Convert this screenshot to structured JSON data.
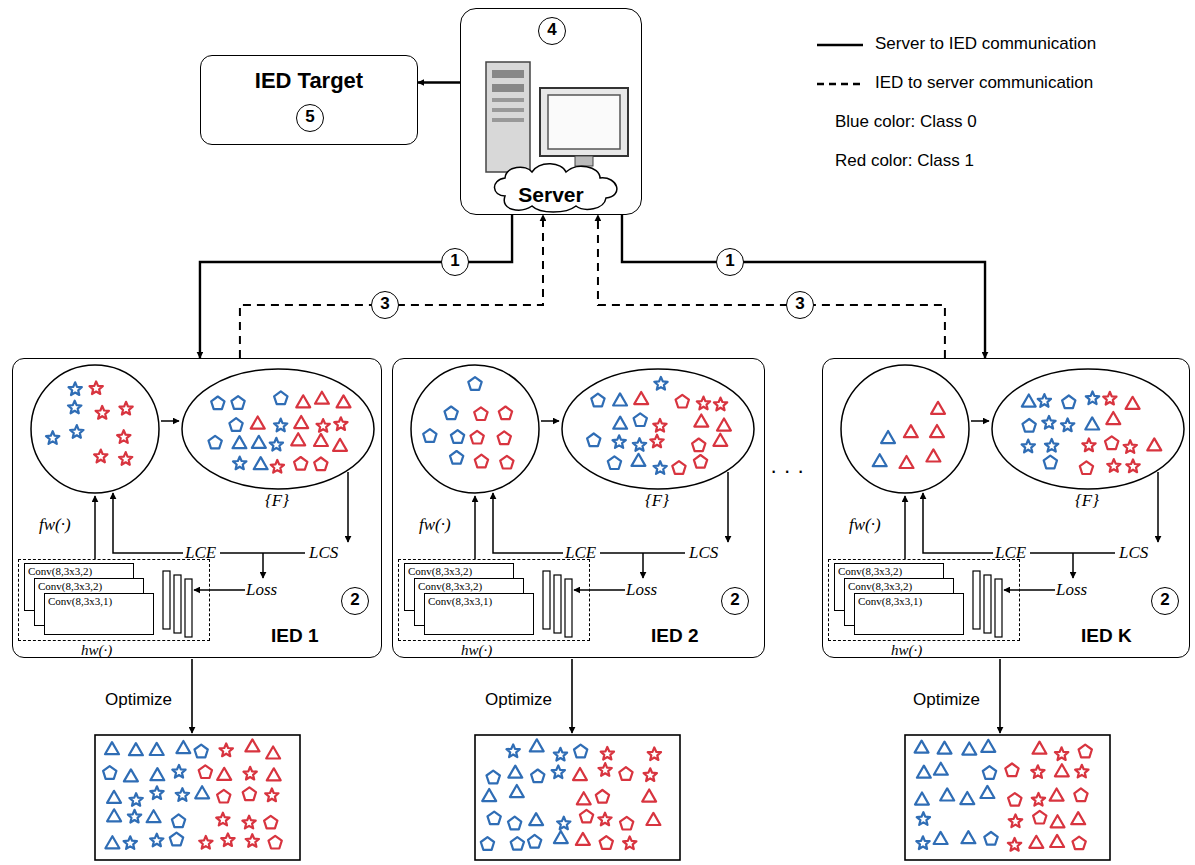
{
  "diagram": {
    "nodes": [
      {
        "text": [
          "4",
          "Server"
        ]
      },
      {
        "text": [
          "IED Target",
          "5"
        ]
      },
      {
        "text": [
          "IED 1"
        ]
      },
      {
        "text": [
          "hw(·)"
        ],
        "in": 2
      },
      {
        "text": [
          "Conv(8,3x3,2)"
        ],
        "in": 3
      },
      {
        "text": [
          "Conv(8,3x3,2)"
        ],
        "in": 3
      },
      {
        "text": [
          "Conv(8,3x3,1)"
        ],
        "in": 3
      },
      {
        "text": [
          "IED 2"
        ]
      },
      {
        "text": [
          "hw(·)"
        ],
        "in": 7
      },
      {
        "text": [
          "Conv(8,3x3,2)"
        ],
        "in": 8
      },
      {
        "text": [
          "Conv(8,3x3,2)"
        ],
        "in": 8
      },
      {
        "text": [
          "Conv(8,3x3,1)"
        ],
        "in": 8
      },
      {
        "text": [
          "IED K"
        ]
      },
      {
        "text": [
          "hw(·)"
        ],
        "in": 12
      },
      {
        "text": [
          "Conv(8,3x3,2)"
        ],
        "in": 13
      },
      {
        "text": [
          "Conv(8,3x3,2)"
        ],
        "in": 13
      },
      {
        "text": [
          "Conv(8,3x3,1)"
        ],
        "in": 13
      }
    ],
    "edges": [
      {
        "from": 0,
        "to": 2,
        "arrow": "to",
        "label": "1"
      },
      {
        "from": 2,
        "to": 0,
        "arrow": "to",
        "label": "3"
      },
      {
        "from": 0,
        "to": 12,
        "arrow": "to",
        "label": "1"
      },
      {
        "from": 12,
        "to": 0,
        "arrow": "to",
        "label": "3"
      },
      {
        "from": 0,
        "to": 1,
        "arrow": "to"
      }
    ],
    "labels": [
      "fw(·)",
      "LCE",
      "LCS",
      "Loss",
      "{F}",
      "2",
      "fw(·)",
      "LCE",
      "LCS",
      "Loss",
      "{F}",
      "2",
      "fw(·)",
      "LCE",
      "LCS",
      "Loss",
      "{F}",
      "2",
      "Optimize",
      "Optimize",
      "Optimize",
      "· · ·",
      "Blue color: Class 0",
      "Red color: Class 1"
    ],
    "legend": [
      {
        "text": "Server to IED communication"
      },
      {
        "text": "IED to server communication"
      }
    ]
  }
}
